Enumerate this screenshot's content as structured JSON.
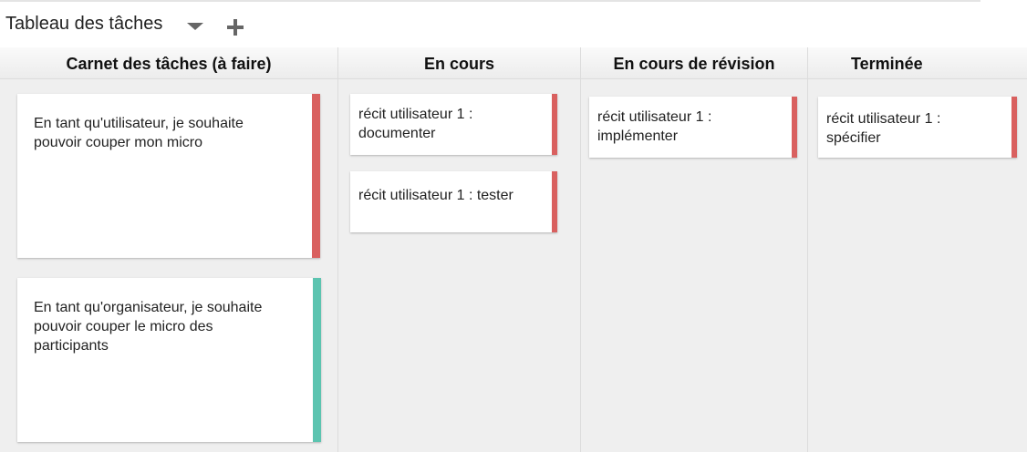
{
  "header": {
    "title": "Tableau des tâches"
  },
  "colors": {
    "red": "#d9605f",
    "teal": "#5cc4b0"
  },
  "columns": [
    {
      "title": "Carnet des tâches (à faire)",
      "cards": [
        {
          "text": "En tant qu'utilisateur, je souhaite pouvoir couper mon micro",
          "color": "#d9605f"
        },
        {
          "text": "En tant qu'organisateur, je souhaite pouvoir couper le micro des participants",
          "color": "#5cc4b0"
        }
      ]
    },
    {
      "title": "En cours",
      "cards": [
        {
          "text": "récit utilisateur 1 : documenter",
          "color": "#d9605f"
        },
        {
          "text": "récit utilisateur 1 : tester",
          "color": "#d9605f"
        }
      ]
    },
    {
      "title": "En cours de révision",
      "cards": [
        {
          "text": "récit utilisateur 1 : implémenter",
          "color": "#d9605f"
        }
      ]
    },
    {
      "title": "Terminée",
      "cards": [
        {
          "text": "récit utilisateur 1 : spécifier",
          "color": "#d9605f"
        }
      ]
    }
  ]
}
